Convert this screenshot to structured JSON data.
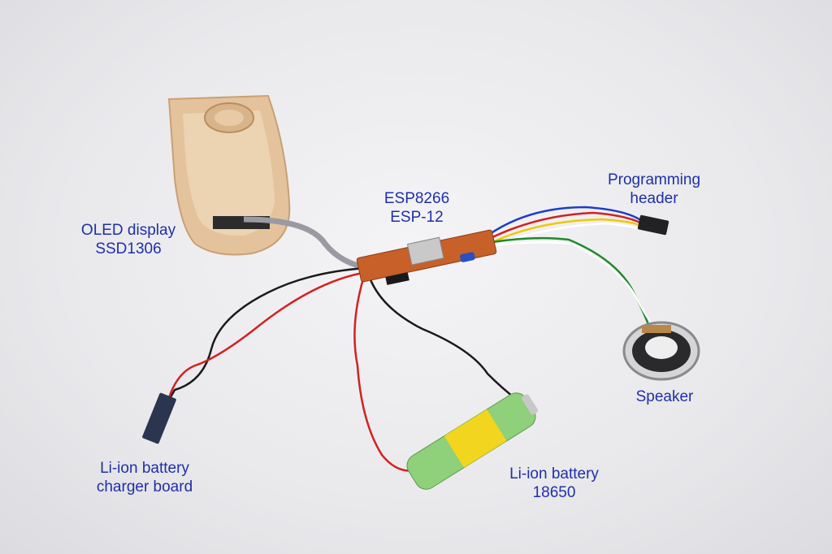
{
  "labels": {
    "oled": {
      "line1": "OLED display",
      "line2": "SSD1306"
    },
    "esp": {
      "line1": "ESP8266",
      "line2": "ESP-12"
    },
    "header": {
      "line1": "Programming",
      "line2": "header"
    },
    "speaker": {
      "line1": "Speaker"
    },
    "charger": {
      "line1": "Li-ion battery",
      "line2": "charger board"
    },
    "battery": {
      "line1": "Li-ion battery",
      "line2": "18650"
    }
  },
  "colors": {
    "label": "#1f2fa8",
    "pcb": "#c8602a",
    "battery": "#8fd07a",
    "enclosure": "#e2c19a"
  }
}
